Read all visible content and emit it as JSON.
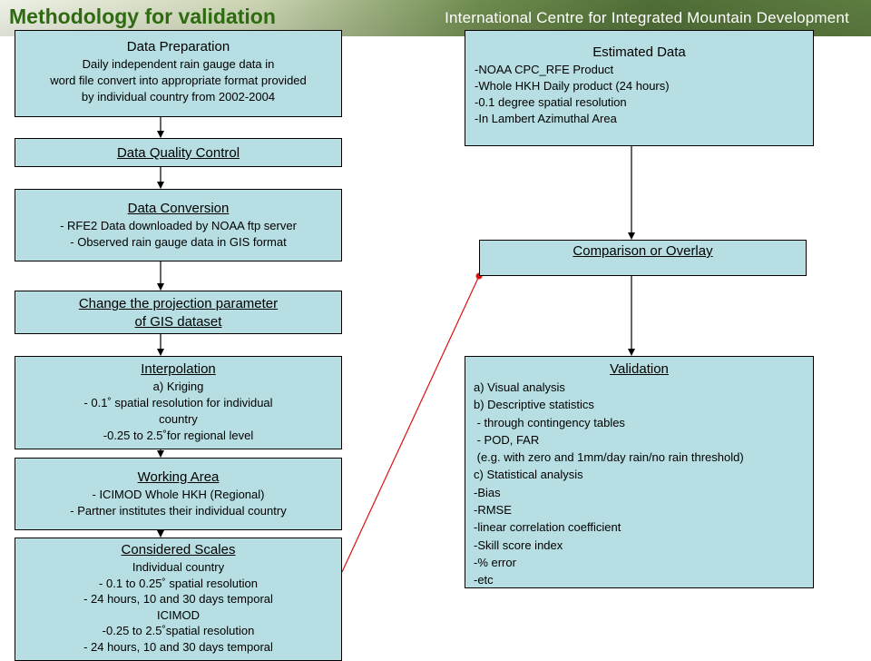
{
  "header": {
    "title": "Methodology for validation",
    "organization": "International Centre for Integrated Mountain Development"
  },
  "boxes": {
    "data_preparation": {
      "title": "Data Preparation",
      "lines": [
        "Daily independent rain gauge data in",
        "word file convert into appropriate format provided",
        "by individual country from 2002-2004"
      ]
    },
    "data_quality_control": {
      "title": "Data Quality Control"
    },
    "data_conversion": {
      "title": "Data Conversion",
      "lines": [
        "- RFE2 Data downloaded by NOAA ftp server",
        "- Observed rain gauge data in GIS format"
      ]
    },
    "change_projection": {
      "title_line1": "Change the projection parameter",
      "title_line2": "of GIS dataset"
    },
    "interpolation": {
      "title": "Interpolation",
      "lines": [
        "a) Kriging",
        "- 0.1˚ spatial resolution for individual",
        "country",
        "-0.25 to 2.5˚for regional level"
      ]
    },
    "working_area": {
      "title": "Working Area",
      "lines": [
        "- ICIMOD Whole HKH (Regional)",
        "- Partner institutes their individual country"
      ]
    },
    "considered_scales": {
      "title": "Considered Scales",
      "lines": [
        "Individual country",
        "- 0.1 to 0.25˚ spatial resolution",
        "- 24 hours, 10 and 30 days temporal",
        "ICIMOD",
        "-0.25 to 2.5˚spatial resolution",
        "- 24 hours, 10 and 30 days temporal"
      ]
    },
    "estimated_data": {
      "title": "Estimated Data",
      "lines": [
        "-NOAA CPC_RFE Product",
        "-Whole HKH Daily product (24 hours)",
        "-0.1 degree spatial resolution",
        "-In Lambert Azimuthal Area"
      ]
    },
    "comparison": {
      "title": "Comparison or Overlay"
    },
    "validation": {
      "title": "Validation",
      "lines": [
        "a) Visual analysis",
        "b) Descriptive statistics",
        " - through contingency tables",
        " - POD, FAR",
        " (e.g. with zero and 1mm/day rain/no rain threshold)",
        "c) Statistical analysis",
        "-Bias",
        "-RMSE",
        "-linear correlation coefficient",
        "-Skill score index",
        "-% error",
        "-etc"
      ]
    }
  },
  "colors": {
    "box_fill": "#b7dfe3",
    "title_green": "#2e6b10",
    "connector_red": "#e01010"
  }
}
